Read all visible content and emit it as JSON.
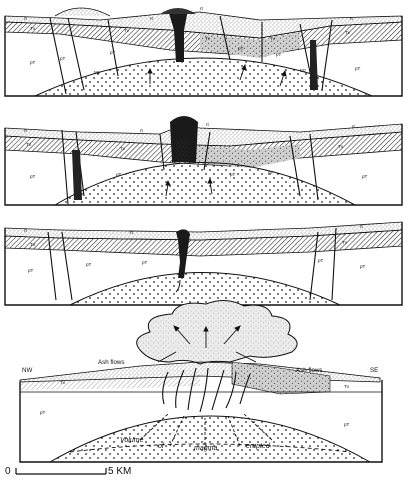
{
  "panels": [
    {
      "id": "stage-1",
      "labels": {
        "rt_a": "rt",
        "rt_b": "rt",
        "rt_c": "rt",
        "rt_d": "rt",
        "tv_a": "Tv",
        "tv_b": "Tv",
        "tv_c": "Tv",
        "tv_d": "Tv",
        "tv_e": "Tv",
        "pt_a": "pT",
        "pt_b": "pT",
        "pt_c": "pT",
        "pt_d": "pT",
        "pt_e": "pT",
        "pt_f": "pT",
        "mz_a": "Mz",
        "mz_b": "Mz"
      }
    },
    {
      "id": "stage-2",
      "labels": {
        "rt_a": "rt",
        "rt_b": "rt",
        "rt_c": "rt",
        "rt_d": "rt",
        "tv_a": "Tv",
        "tv_b": "Tv",
        "tv_c": "Tv",
        "pt_a": "pT",
        "pt_b": "pT",
        "pt_c": "pT",
        "pt_d": "pT",
        "pt_e": "pT"
      }
    },
    {
      "id": "stage-3",
      "labels": {
        "rt_a": "rt",
        "rt_b": "rt",
        "rt_c": "rt",
        "tv_a": "Tv",
        "tv_b": "Tv",
        "pt_a": "pT",
        "pt_b": "pT",
        "pt_c": "pT",
        "pt_d": "pT",
        "pt_e": "pT"
      }
    },
    {
      "id": "stage-4",
      "labels": {
        "nw": "NW",
        "se": "SE",
        "ash_left": "Ash flows",
        "ash_right": "Ash flows",
        "tv_a": "Tv",
        "tv_b": "Tv",
        "pt_a": "pT",
        "pt_b": "pT",
        "volume": "Volume",
        "of": "of",
        "magma": "magma",
        "erupted": "erupted"
      }
    }
  ],
  "scale_bar": {
    "start": "0",
    "end": "5 KM"
  }
}
